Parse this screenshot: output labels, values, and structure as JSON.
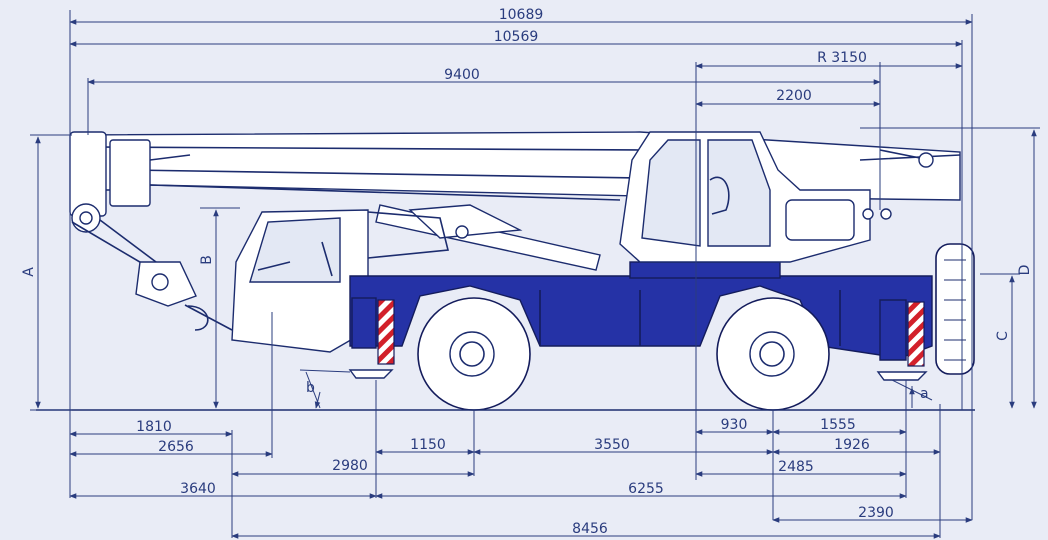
{
  "diagram": {
    "dimensions": {
      "overall_length": "10689",
      "boom_length": "10569",
      "boom_reach": "9400",
      "tail_radius": "R 3150",
      "tail_offset": "2200",
      "front_overhang": "1810",
      "front_to_cab": "2656",
      "cab_to_axle": "2980",
      "outrigger_front": "3640",
      "outrigger_to_axle": "1150",
      "wheelbase": "3550",
      "axle_offset": "930",
      "rear_axle_overhang": "1555",
      "rear_tire": "1926",
      "rear_overhang": "2485",
      "outrigger_span": "6255",
      "rear_extension": "2390",
      "overall_base": "8456"
    },
    "labels": {
      "height_a": "A",
      "height_b": "B",
      "height_c": "C",
      "height_d": "D",
      "angle_a": "a",
      "angle_b": "b"
    }
  },
  "colors": {
    "background": "#e9ecf6",
    "chassis": "#2532a6",
    "outline": "#1c2c6e",
    "dimension": "#2a3c7e",
    "warning_red": "#d2202a"
  },
  "icons": [
    "dimension-arrow-icon"
  ]
}
